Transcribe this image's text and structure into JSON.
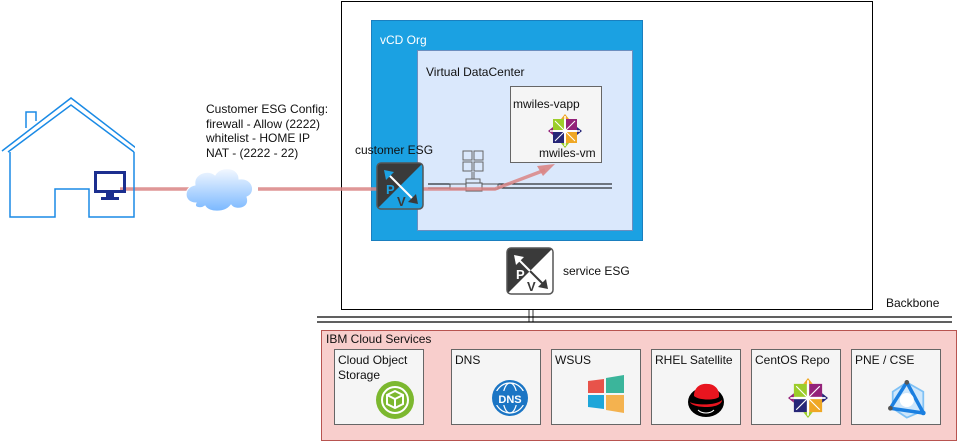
{
  "diagram": {
    "config_note": {
      "title": "Customer ESG Config:",
      "lines": [
        "firewall -  Allow (2222)",
        "whitelist - HOME IP",
        "NAT - (2222 - 22)"
      ]
    },
    "containers": {
      "vcd_org": "vCD Org",
      "virtual_datacenter": "Virtual DataCenter",
      "vapp": "mwiles-vapp",
      "vm": "mwiles-vm"
    },
    "gateways": {
      "customer_esg": "customer ESG",
      "service_esg": "service ESG",
      "esg_letters": {
        "top": "P",
        "bottom": "V"
      }
    },
    "backbone_label": "Backbone",
    "services_panel": {
      "title": "IBM Cloud Services",
      "items": [
        {
          "label": "Cloud Object Storage",
          "icon": "object-storage-icon"
        },
        {
          "label": "DNS",
          "icon": "dns-globe-icon"
        },
        {
          "label": "WSUS",
          "icon": "windows-logo-icon"
        },
        {
          "label": "RHEL Satellite",
          "icon": "redhat-logo-icon"
        },
        {
          "label": "CentOS Repo",
          "icon": "centos-logo-icon"
        },
        {
          "label": "PNE / CSE",
          "icon": "network-polygon-icon"
        }
      ]
    },
    "colors": {
      "vcd_org_fill": "#1ba1e2",
      "vdc_fill": "#dae8fc",
      "services_fill": "#f8cecc",
      "services_border": "#b85450",
      "traffic_path": "#d98585",
      "house_stroke": "#1a8ae5"
    }
  }
}
